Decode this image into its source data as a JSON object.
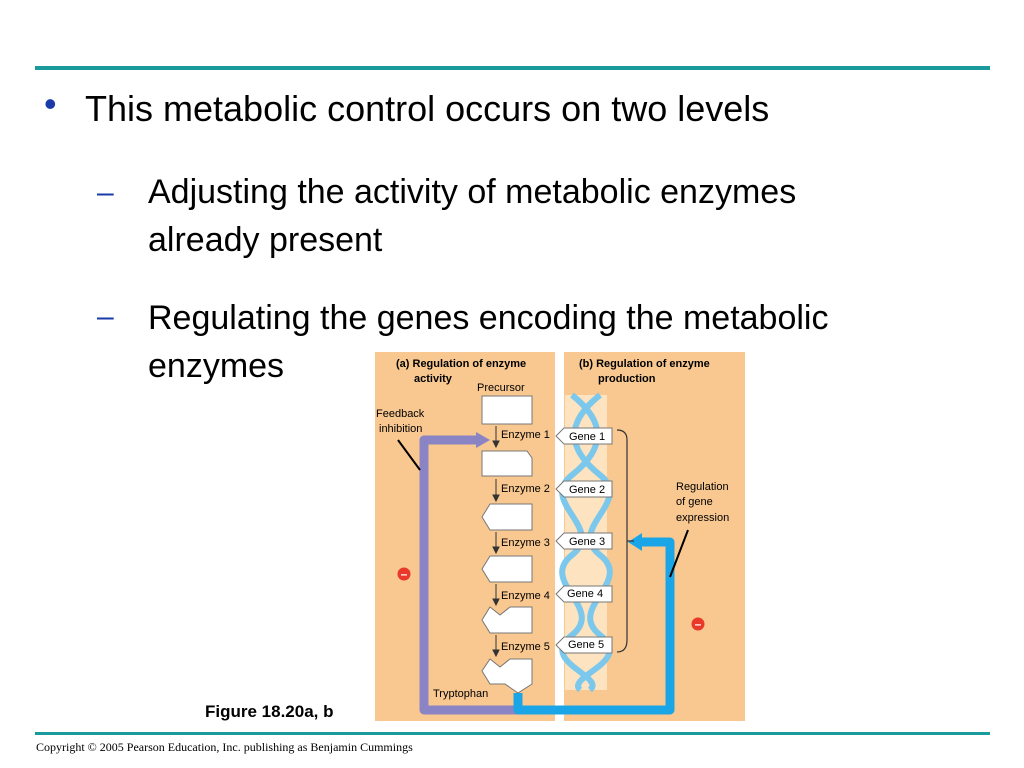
{
  "colors": {
    "rule": "#1a9a9a",
    "bullet": "#1a3aa8",
    "panel": "#f8c890",
    "purple": "#8a84c4",
    "blue": "#1aa6e6",
    "inhibit": "#e8392a"
  },
  "bullet": {
    "symbol": "•",
    "text": "This metabolic control occurs on two levels"
  },
  "subitems": [
    {
      "dash": "–",
      "line1": "Adjusting the activity of metabolic enzymes",
      "line2": "already present"
    },
    {
      "dash": "–",
      "line1": "Regulating the genes encoding the metabolic",
      "line2": "enzymes"
    }
  ],
  "figure": {
    "panel_a_title_1": "(a) Regulation of enzyme",
    "panel_a_title_2": "activity",
    "panel_b_title_1": "(b) Regulation of enzyme",
    "panel_b_title_2": "production",
    "precursor": "Precursor",
    "feedback_1": "Feedback",
    "feedback_2": "inhibition",
    "enzymes": [
      "Enzyme 1",
      "Enzyme 2",
      "Enzyme 3",
      "Enzyme 4",
      "Enzyme 5"
    ],
    "genes": [
      "Gene 1",
      "Gene 2",
      "Gene 3",
      "Gene 4",
      "Gene 5"
    ],
    "tryptophan": "Tryptophan",
    "regulation_1": "Regulation",
    "regulation_2": "of gene",
    "regulation_3": "expression",
    "inhibit_symbol_a": "–",
    "inhibit_symbol_b": "–"
  },
  "caption": "Figure 18.20a, b",
  "copyright": "Copyright © 2005 Pearson Education, Inc. publishing as Benjamin Cummings"
}
